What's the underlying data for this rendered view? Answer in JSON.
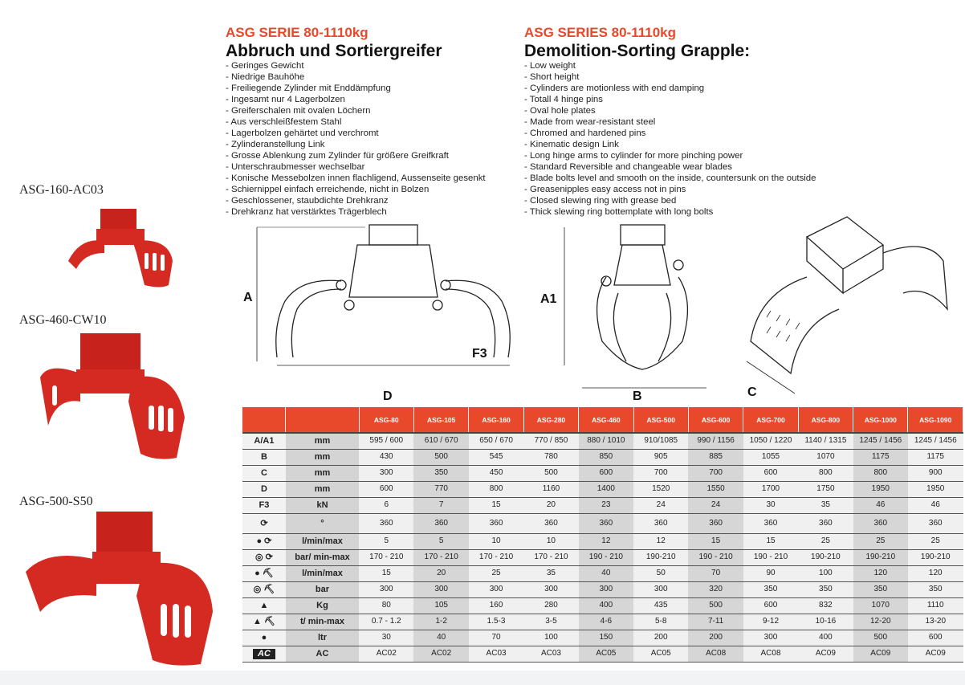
{
  "models": [
    "ASG-160-AC03",
    "ASG-460-CW10",
    "ASG-500-S50"
  ],
  "de": {
    "series": "ASG SERIE 80-1110kg",
    "title": "Abbruch und Sortiergreifer",
    "features": [
      "Geringes Gewicht",
      "Niedrige Bauhöhe",
      "Freiliegende Zylinder mit Enddämpfung",
      "Ingesamt nur 4 Lagerbolzen",
      "Greiferschalen mit ovalen Löchern",
      "Aus verschleißfestem Stahl",
      "Lagerbolzen gehärtet und verchromt",
      "Zylinderanstellung Link",
      "Grosse Ablenkung zum Zylinder für größere Greifkraft",
      "Unterschraubmesser wechselbar",
      "Konische Messebolzen innen flachligend, Aussenseite gesenkt",
      "Schiernippel einfach erreichende, nicht in Bolzen",
      "Geschlossener, staubdichte Drehkranz",
      "Drehkranz hat verstärktes Trägerblech"
    ]
  },
  "en": {
    "series": "ASG SERIES 80-1110kg",
    "title": "Demolition-Sorting Grapple:",
    "features": [
      "Low weight",
      "Short height",
      "Cylinders are motionless with end damping",
      "Totall 4 hinge pins",
      "Oval hole plates",
      "Made from wear-resistant steel",
      "Chromed and hardened pins",
      "Kinematic design Link",
      "Long hinge arms to cylinder for more pinching power",
      "Standard Reversible and changeable wear blades",
      "Blade bolts level and smooth on the inside, countersunk on the outside",
      "Greasenipples easy access not in pins",
      "Closed slewing ring with grease bed",
      "Thick slewing ring bottemplate with long bolts"
    ]
  },
  "dims": {
    "a": "A",
    "f3": "F3",
    "d": "D",
    "a1": "A1",
    "b": "B",
    "c": "C"
  },
  "table": {
    "columns": [
      "ASG-80",
      "ASG-105",
      "ASG-160",
      "ASG-280",
      "ASG-460",
      "ASG-500",
      "ASG-600",
      "ASG-700",
      "ASG-800",
      "ASG-1000",
      "ASG-1090"
    ],
    "rows": [
      {
        "key": "A/A1",
        "unit": "mm",
        "values": [
          "595 / 600",
          "610 / 670",
          "650 / 670",
          "770 / 850",
          "880 / 1010",
          "910/1085",
          "990 / 1156",
          "1050 / 1220",
          "1140 / 1315",
          "1245 / 1456",
          "1245 / 1456"
        ]
      },
      {
        "key": "B",
        "unit": "mm",
        "values": [
          "430",
          "500",
          "545",
          "780",
          "850",
          "905",
          "885",
          "1055",
          "1070",
          "1175",
          "1175"
        ]
      },
      {
        "key": "C",
        "unit": "mm",
        "values": [
          "300",
          "350",
          "450",
          "500",
          "600",
          "700",
          "700",
          "600",
          "800",
          "800",
          "900"
        ]
      },
      {
        "key": "D",
        "unit": "mm",
        "values": [
          "600",
          "770",
          "800",
          "1160",
          "1400",
          "1520",
          "1550",
          "1700",
          "1750",
          "1950",
          "1950"
        ]
      },
      {
        "key": "F3",
        "unit": "kN",
        "values": [
          "6",
          "7",
          "15",
          "20",
          "23",
          "24",
          "24",
          "30",
          "35",
          "46",
          "46"
        ]
      },
      {
        "icon": "rotation-icon",
        "unit": "°",
        "values": [
          "360",
          "360",
          "360",
          "360",
          "360",
          "360",
          "360",
          "360",
          "360",
          "360",
          "360"
        ]
      },
      {
        "icon": "oil-drop-rotation-icon",
        "unit": "l/min/max",
        "values": [
          "5",
          "5",
          "10",
          "10",
          "12",
          "12",
          "15",
          "15",
          "25",
          "25",
          "25"
        ]
      },
      {
        "icon": "gauge-rotation-icon",
        "unit": "bar/ min-max",
        "values": [
          "170 - 210",
          "170 - 210",
          "170 - 210",
          "170 - 210",
          "190 - 210",
          "190-210",
          "190 - 210",
          "190 - 210",
          "190-210",
          "190-210",
          "190-210"
        ]
      },
      {
        "icon": "oil-drop-excavator-icon",
        "unit": "l/min/max",
        "values": [
          "15",
          "20",
          "25",
          "35",
          "40",
          "50",
          "70",
          "90",
          "100",
          "120",
          "120"
        ]
      },
      {
        "icon": "gauge-excavator-icon",
        "unit": "bar",
        "values": [
          "300",
          "300",
          "300",
          "300",
          "300",
          "300",
          "320",
          "350",
          "350",
          "350",
          "350"
        ]
      },
      {
        "icon": "weight-icon",
        "unit": "Kg",
        "values": [
          "80",
          "105",
          "160",
          "280",
          "400",
          "435",
          "500",
          "600",
          "832",
          "1070",
          "1110"
        ]
      },
      {
        "icon": "weight-excavator-icon",
        "unit": "t/ min-max",
        "values": [
          "0.7 - 1.2",
          "1-2",
          "1.5-3",
          "3-5",
          "4-6",
          "5-8",
          "7-11",
          "9-12",
          "10-16",
          "12-20",
          "13-20"
        ]
      },
      {
        "icon": "oil-bag-icon",
        "unit": "ltr",
        "values": [
          "30",
          "40",
          "70",
          "100",
          "150",
          "200",
          "200",
          "300",
          "400",
          "500",
          "600"
        ]
      },
      {
        "icon": "ac-icon",
        "icon_text": "AC",
        "unit": "AC",
        "values": [
          "AC02",
          "AC02",
          "AC03",
          "AC03",
          "AC05",
          "AC05",
          "AC08",
          "AC08",
          "AC09",
          "AC09",
          "AC09"
        ]
      }
    ]
  },
  "colors": {
    "accent": "#e8492b",
    "product": "#d42a22"
  }
}
